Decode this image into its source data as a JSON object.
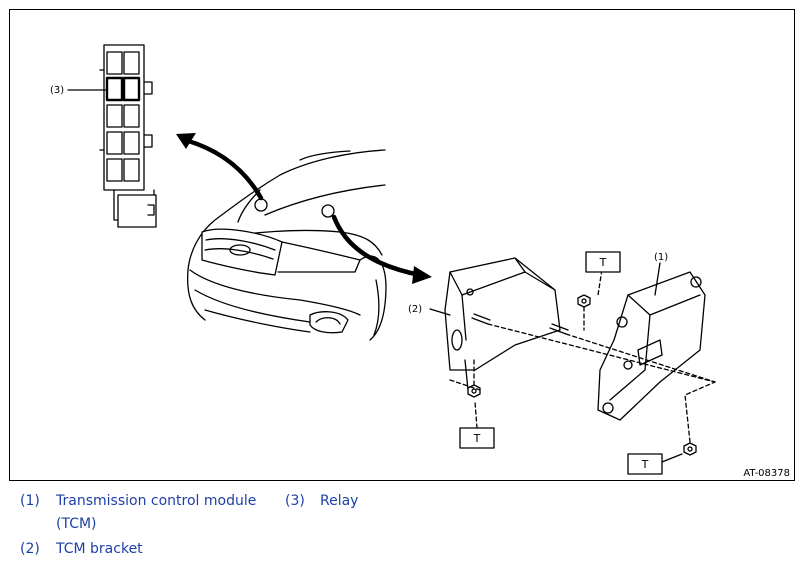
{
  "figure": {
    "figure_id": "AT-08378",
    "callouts": {
      "tcm": "(1)",
      "bracket": "(2)",
      "relay": "(3)"
    },
    "torque_label": "T"
  },
  "legend": {
    "items": [
      {
        "num": "(1)",
        "text_line1": "Transmission control module",
        "text_line2": "(TCM)"
      },
      {
        "num": "(2)",
        "text_line1": "TCM bracket"
      },
      {
        "num": "(3)",
        "text_line1": "Relay"
      }
    ],
    "color": "#1f3fa8"
  }
}
